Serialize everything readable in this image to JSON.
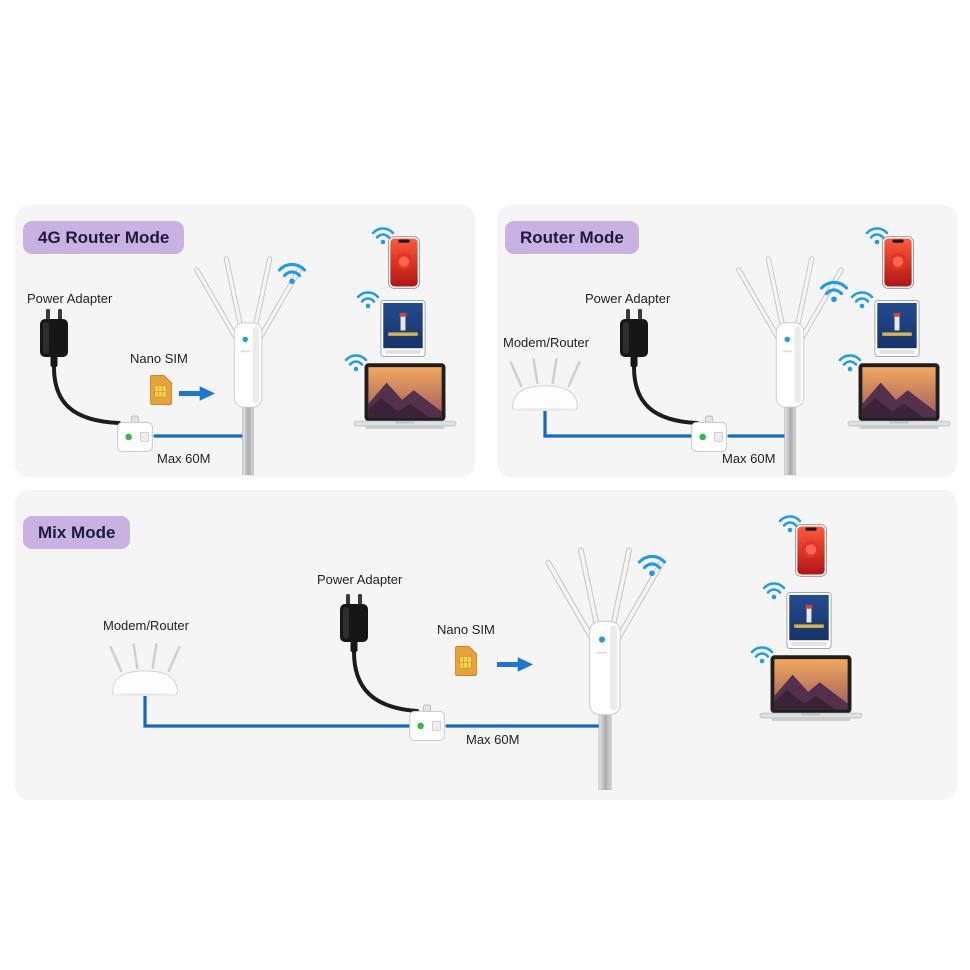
{
  "panels": {
    "p1": {
      "badge": "4G Router Mode",
      "power_adapter": "Power Adapter",
      "nano_sim": "Nano SIM",
      "max_60m": "Max 60M"
    },
    "p2": {
      "badge": "Router Mode",
      "power_adapter": "Power Adapter",
      "modem_router": "Modem/Router",
      "max_60m": "Max 60M"
    },
    "p3": {
      "badge": "Mix Mode",
      "modem_router": "Modem/Router",
      "power_adapter": "Power Adapter",
      "nano_sim": "Nano SIM",
      "max_60m": "Max 60M"
    }
  },
  "icons": {
    "wifi": "wifi-signal-icon",
    "smartphone": "smartphone-icon",
    "tablet": "tablet-icon",
    "laptop": "laptop-icon",
    "outdoor_router": "outdoor-router-icon",
    "power_adapter": "power-adapter-icon",
    "nano_sim": "nano-sim-icon",
    "poe_injector": "poe-injector-icon",
    "modem_router": "modem-router-icon",
    "arrow_right": "arrow-right-icon"
  },
  "colors": {
    "panel_bg": "#f5f5f6",
    "badge_bg": "#c9b1e4",
    "badge_text": "#1b1b3a",
    "wifi_blue": "#1e9be9",
    "cable_blue": "#1068c9",
    "arrow_blue": "#1878d2",
    "sim_orange": "#e9a23b",
    "led_green": "#35b84a"
  }
}
